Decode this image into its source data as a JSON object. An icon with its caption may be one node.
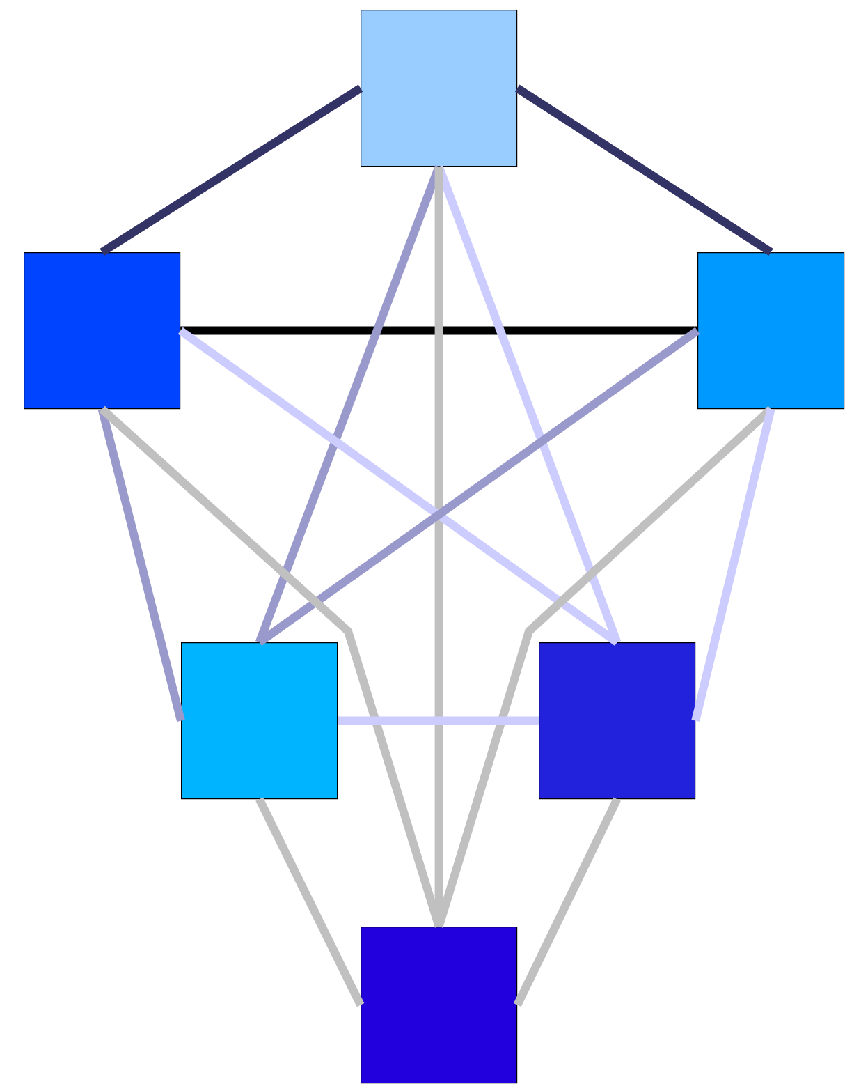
{
  "diagram": {
    "nodes": [
      {
        "text": [],
        "shape": "box"
      },
      {
        "text": [],
        "shape": "box"
      },
      {
        "text": [],
        "shape": "box"
      },
      {
        "text": [],
        "shape": "box"
      },
      {
        "text": [],
        "shape": "box"
      },
      {
        "text": [],
        "shape": "box"
      }
    ],
    "edges": [
      {
        "from": 0,
        "to": 1,
        "arrow": "none",
        "color": "#333366"
      },
      {
        "from": 0,
        "to": 2,
        "arrow": "none",
        "color": "#333366"
      },
      {
        "from": 1,
        "to": 2,
        "arrow": "none",
        "color": "#000000"
      },
      {
        "from": 0,
        "to": 3,
        "arrow": "none",
        "color": "#9999cc"
      },
      {
        "from": 0,
        "to": 4,
        "arrow": "none",
        "color": "#ccccff"
      },
      {
        "from": 0,
        "to": 5,
        "arrow": "none"
      },
      {
        "from": 1,
        "to": 4,
        "arrow": "none",
        "color": "#ccccff"
      },
      {
        "from": 2,
        "to": 3,
        "arrow": "none",
        "color": "#9999cc"
      },
      {
        "from": 1,
        "to": 3,
        "arrow": "none",
        "color": "#9999cc"
      },
      {
        "from": 1,
        "to": 5,
        "arrow": "none"
      },
      {
        "from": 2,
        "to": 5,
        "arrow": "none"
      },
      {
        "from": 2,
        "to": 4,
        "arrow": "none",
        "color": "#ccccff"
      },
      {
        "from": 3,
        "to": 4,
        "arrow": "none",
        "color": "#ccccff"
      },
      {
        "from": 3,
        "to": 5,
        "arrow": "none"
      },
      {
        "from": 4,
        "to": 5,
        "arrow": "none"
      }
    ]
  }
}
